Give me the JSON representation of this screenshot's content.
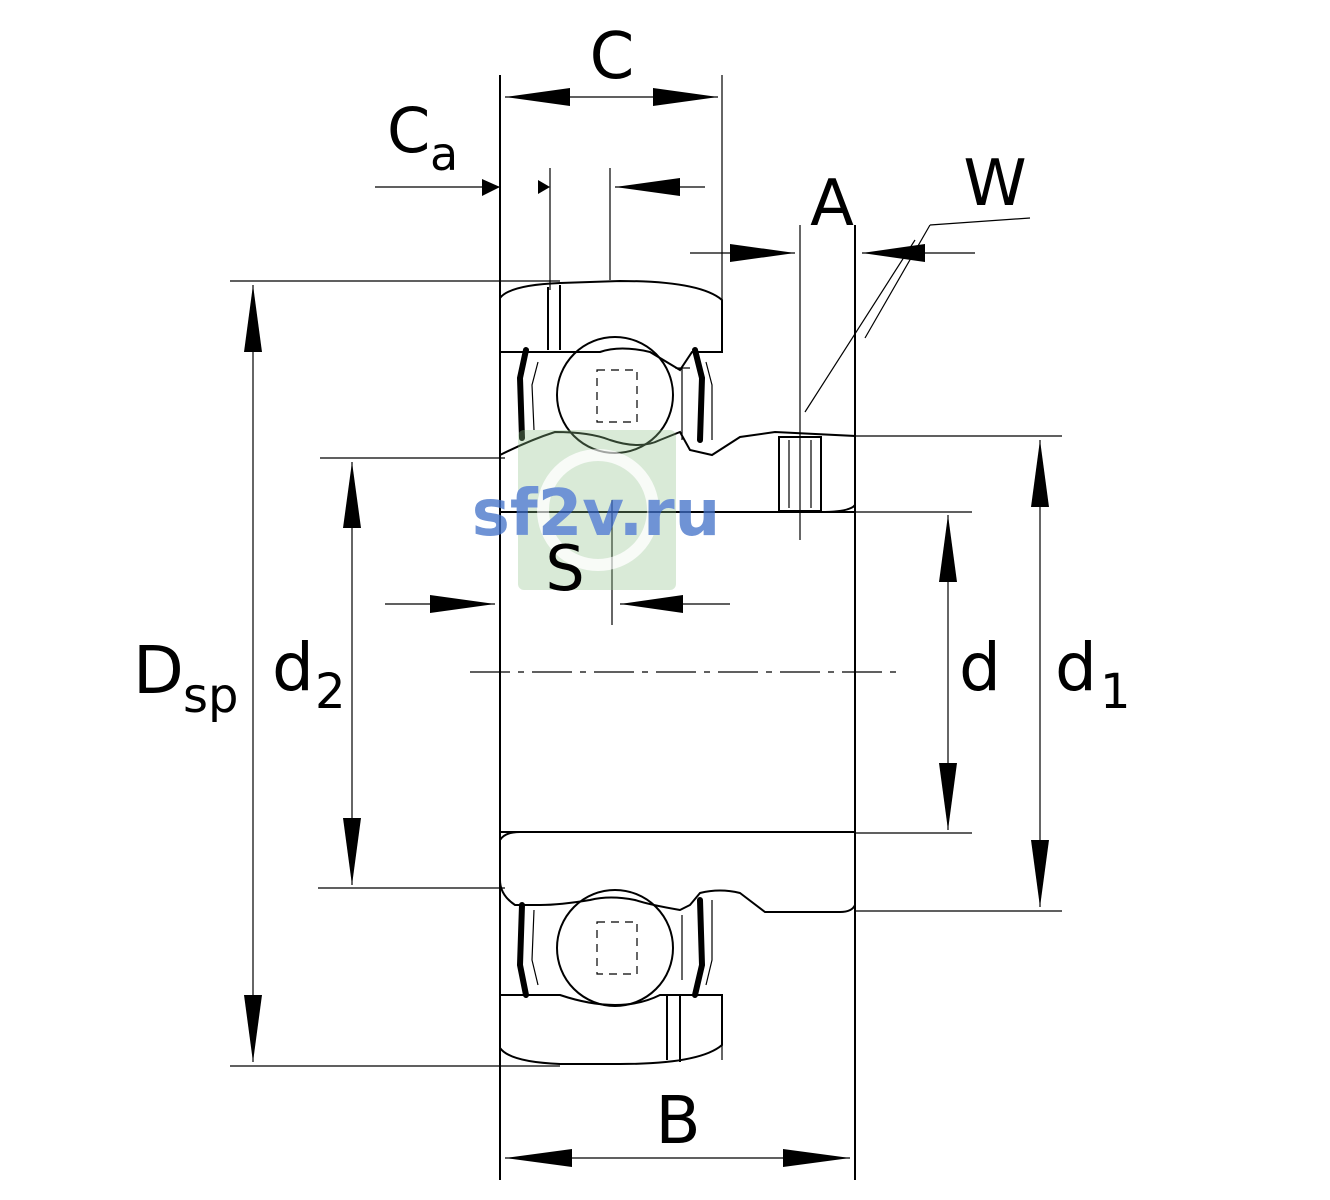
{
  "labels": {
    "C": "C",
    "Ca_main": "C",
    "Ca_sub": "a",
    "A": "A",
    "W": "W",
    "S": "S",
    "Dsp_main": "D",
    "Dsp_sub": "sp",
    "d2_main": "d",
    "d2_sub": "2",
    "d": "d",
    "d1_main": "d",
    "d1_sub": "1",
    "B": "B"
  },
  "watermark": {
    "text": "sf2v.ru",
    "color": "#3f6fc8",
    "badge_color": "#8fc08a"
  }
}
